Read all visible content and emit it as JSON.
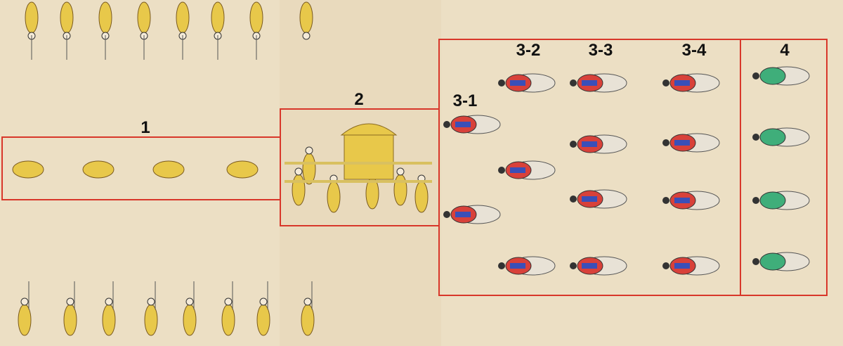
{
  "sections": [
    {
      "id": "1",
      "label": "1"
    },
    {
      "id": "2",
      "label": "2"
    },
    {
      "id": "3-1",
      "label": "3-1"
    },
    {
      "id": "3-2",
      "label": "3-2"
    },
    {
      "id": "3-3",
      "label": "3-3"
    },
    {
      "id": "3-4",
      "label": "3-4"
    },
    {
      "id": "4",
      "label": "4"
    }
  ],
  "colors": {
    "paper": "#ecdfc4",
    "annotation_red": "#d8372a",
    "robe_yellow": "#e8c84a",
    "saddle_red": "#d8413a",
    "saddle_blue": "#3a4fb8",
    "horse_green": "#3fae7a"
  }
}
